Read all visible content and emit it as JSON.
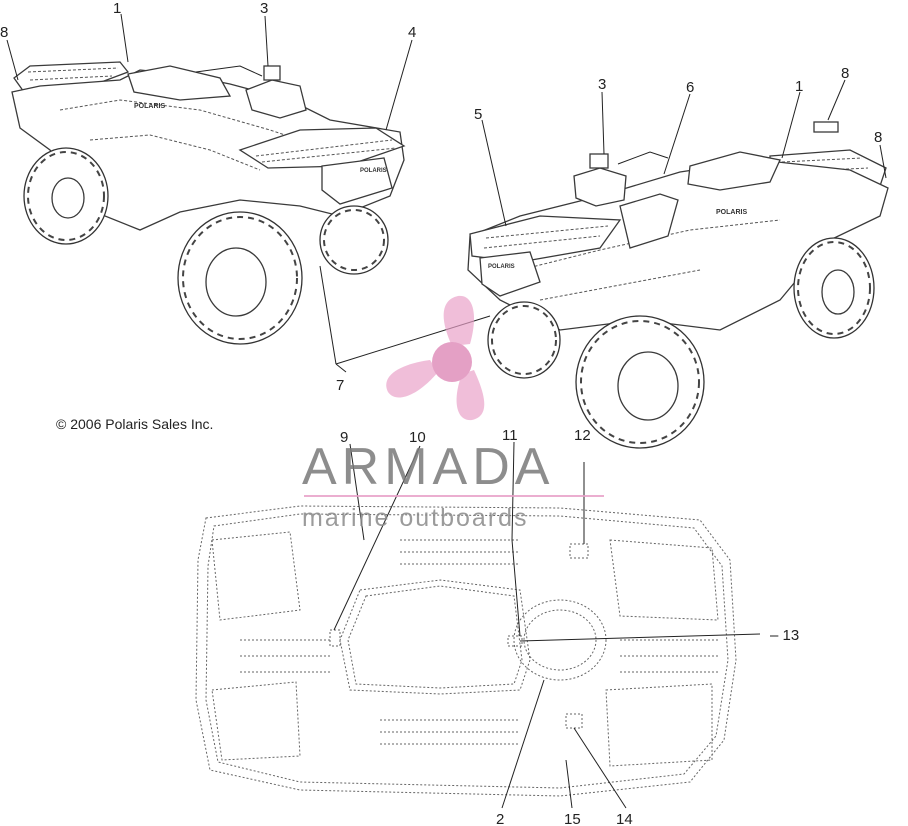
{
  "copyright": "© 2006 Polaris Sales Inc.",
  "watermark": {
    "title": "ARMADA",
    "subtitle": "marine outboards",
    "color": "#e8a0c8"
  },
  "brand_decal": "POLARIS",
  "callouts": {
    "c1a": "1",
    "c3a": "3",
    "c8a": "8",
    "c4": "4",
    "c3b": "3",
    "c6": "6",
    "c1b": "1",
    "c8b": "8",
    "c8c": "8",
    "c5": "5",
    "c7": "7",
    "c9": "9",
    "c10": "10",
    "c11": "11",
    "c12": "12",
    "c13": "– 13",
    "c2": "2",
    "c15": "15",
    "c14": "14"
  }
}
